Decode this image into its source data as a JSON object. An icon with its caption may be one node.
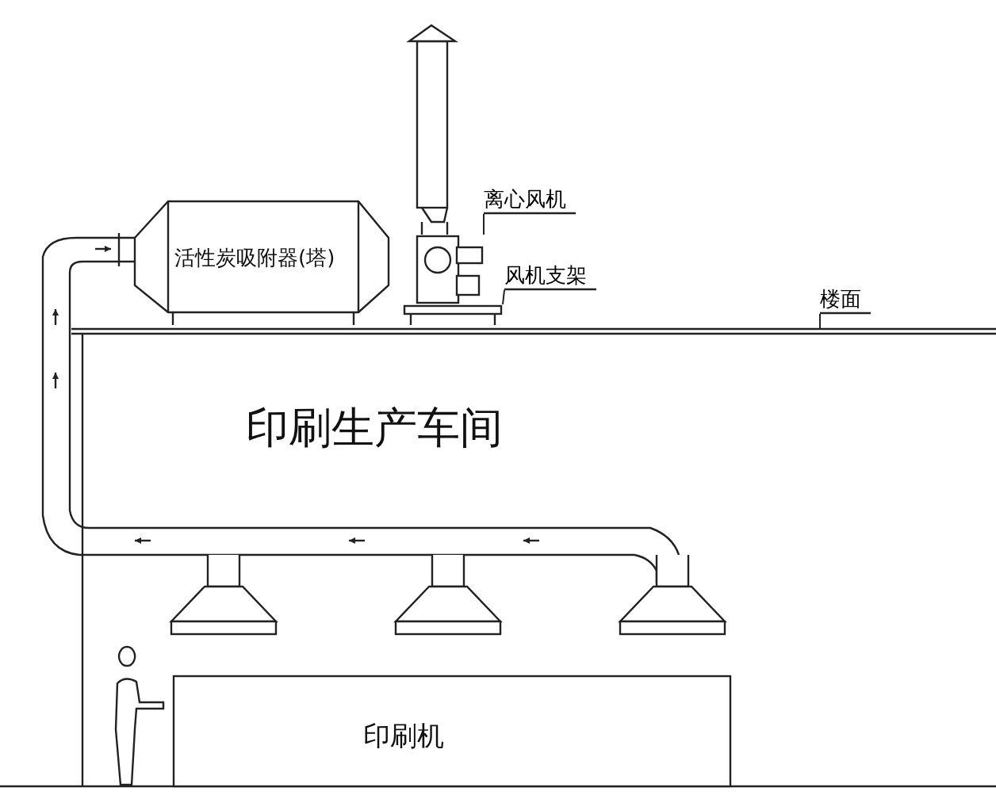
{
  "diagram": {
    "nodes": [
      {
        "text": [
          "离心风机"
        ]
      },
      {
        "text": [],
        "shape": "picture"
      },
      {
        "text": [
          "活性炭吸附器(塔)"
        ]
      },
      {
        "text": [
          "风机支架"
        ]
      },
      {
        "text": [],
        "shape": "box"
      },
      {
        "text": [
          "楼面"
        ]
      },
      {
        "text": [],
        "shape": "bar"
      },
      {
        "text": [
          "印刷机"
        ]
      }
    ],
    "edges": [
      {
        "from": 0,
        "to": 1,
        "arrow": "none"
      },
      {
        "from": 3,
        "to": 4,
        "arrow": "none"
      },
      {
        "from": 5,
        "to": 6,
        "arrow": "none"
      }
    ],
    "labels": [
      "印刷生产车间"
    ]
  }
}
